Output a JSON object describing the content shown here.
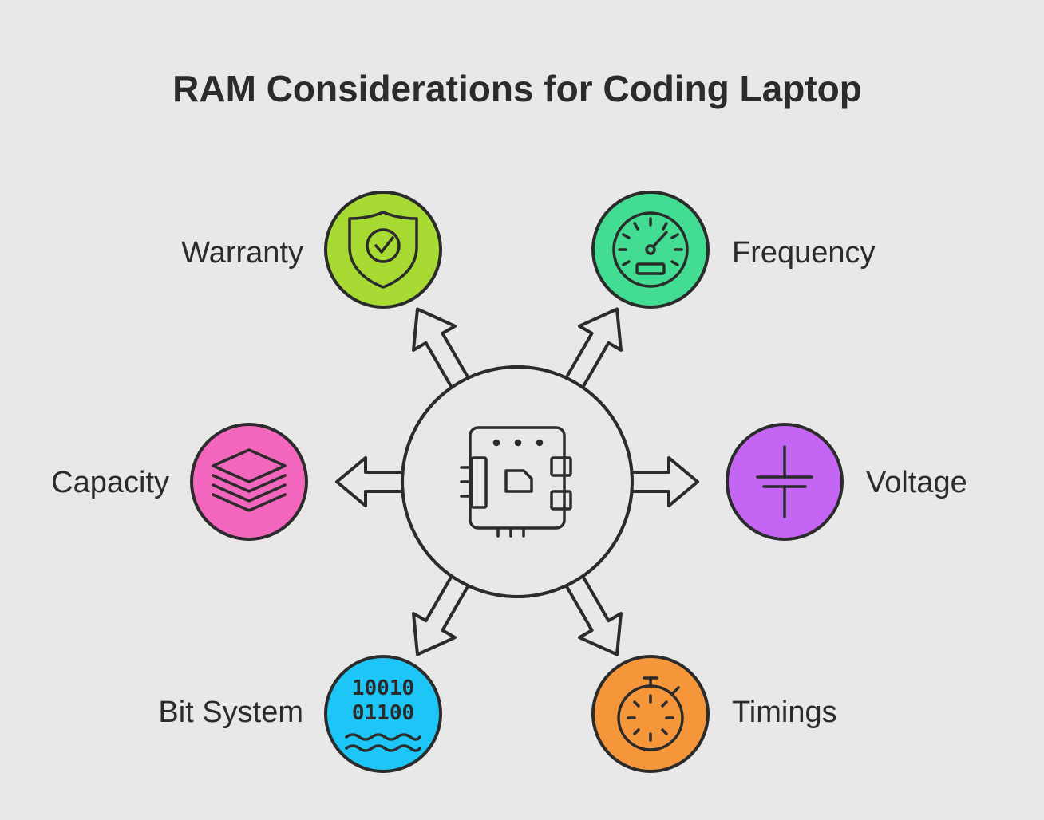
{
  "title": "RAM Considerations for Coding Laptop",
  "center": {
    "icon": "motherboard-chip-icon"
  },
  "items": [
    {
      "label": "Warranty",
      "icon": "shield-check-icon",
      "color": "#a8da34"
    },
    {
      "label": "Frequency",
      "icon": "speedometer-icon",
      "color": "#42dc92"
    },
    {
      "label": "Capacity",
      "icon": "stacked-layers-icon",
      "color": "#f266bd"
    },
    {
      "label": "Voltage",
      "icon": "capacitor-icon",
      "color": "#c465f3"
    },
    {
      "label": "Bit System",
      "icon": "binary-data-icon",
      "color": "#1ec6f7"
    },
    {
      "label": "Timings",
      "icon": "stopwatch-icon",
      "color": "#f6963a"
    }
  ]
}
